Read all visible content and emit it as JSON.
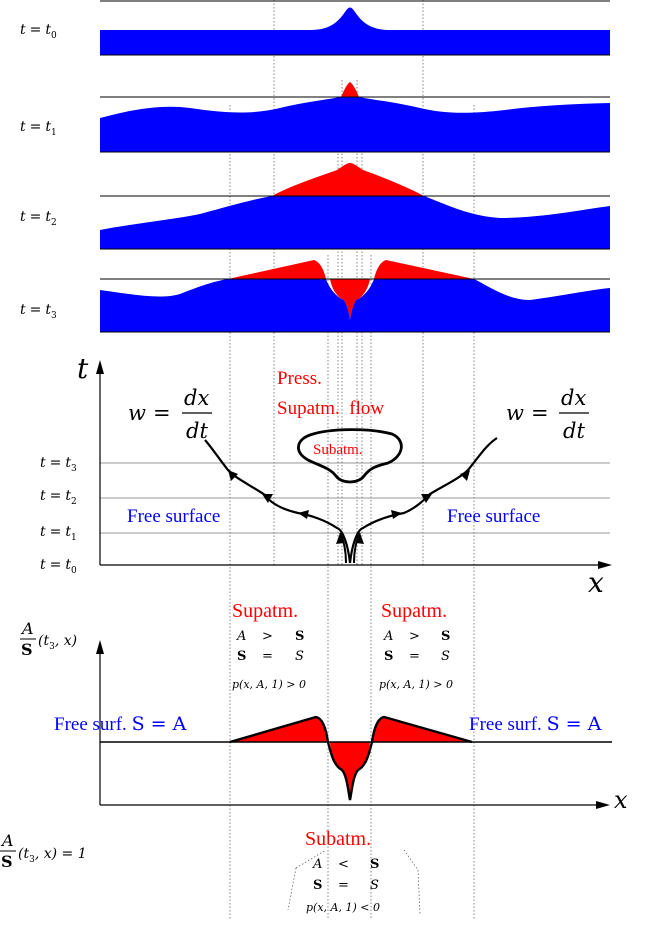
{
  "colors": {
    "water": "#0000ff",
    "pressure": "#ff0000",
    "line": "#000000",
    "guide": "#555555",
    "grid": "#777777"
  },
  "panels": [
    {
      "label_lhs": "t",
      "label_eq": "=",
      "label_rhs": "t",
      "label_sub": "0"
    },
    {
      "label_lhs": "t",
      "label_eq": "=",
      "label_rhs": "t",
      "label_sub": "1"
    },
    {
      "label_lhs": "t",
      "label_eq": "=",
      "label_rhs": "t",
      "label_sub": "2"
    },
    {
      "label_lhs": "t",
      "label_eq": "=",
      "label_rhs": "t",
      "label_sub": "3"
    }
  ],
  "characteristics": {
    "t_axis": "t",
    "x_axis": "x",
    "w_lhs": "w",
    "w_eq": "=",
    "w_num": "dx",
    "w_den": "dt",
    "press_line1": "Press.",
    "press_line2": "Supatm.  flow",
    "subatm_small": "Subatm.",
    "free_surface_left": "Free surface",
    "free_surface_right": "Free surface",
    "time_labels": [
      {
        "lhs": "t",
        "eq": "=",
        "rhs": "t",
        "sub": "3"
      },
      {
        "lhs": "t",
        "eq": "=",
        "rhs": "t",
        "sub": "2"
      },
      {
        "lhs": "t",
        "eq": "=",
        "rhs": "t",
        "sub": "1"
      },
      {
        "lhs": "t",
        "eq": "=",
        "rhs": "t",
        "sub": "0"
      }
    ]
  },
  "ratio_plot": {
    "y_label_num": "A",
    "y_label_den": "S",
    "y_label_args": "(t",
    "y_label_args_sub": "3",
    "y_label_args_end": ", x)",
    "x_axis": "x",
    "free_left": "Free surf. ",
    "free_left_eq": "S = A",
    "free_right": "Free surf. ",
    "free_right_eq": "S = A",
    "ratio_one_end": "(t",
    "ratio_one_sub": "3",
    "ratio_one_tail": ", x) = 1",
    "supatm_left": {
      "title": "Supatm.",
      "row1": [
        "A",
        ">",
        "S"
      ],
      "row2": [
        "S",
        "=",
        "S"
      ],
      "cond": "p(x, A, 1) > 0"
    },
    "supatm_right": {
      "title": "Supatm.",
      "row1": [
        "A",
        ">",
        "S"
      ],
      "row2": [
        "S",
        "=",
        "S"
      ],
      "cond": "p(x, A, 1) > 0"
    },
    "subatm": {
      "title": "Subatm.",
      "row1": [
        "A",
        "<",
        "S"
      ],
      "row2": [
        "S",
        "=",
        "S"
      ],
      "cond": "p(x, A, 1) < 0"
    }
  }
}
